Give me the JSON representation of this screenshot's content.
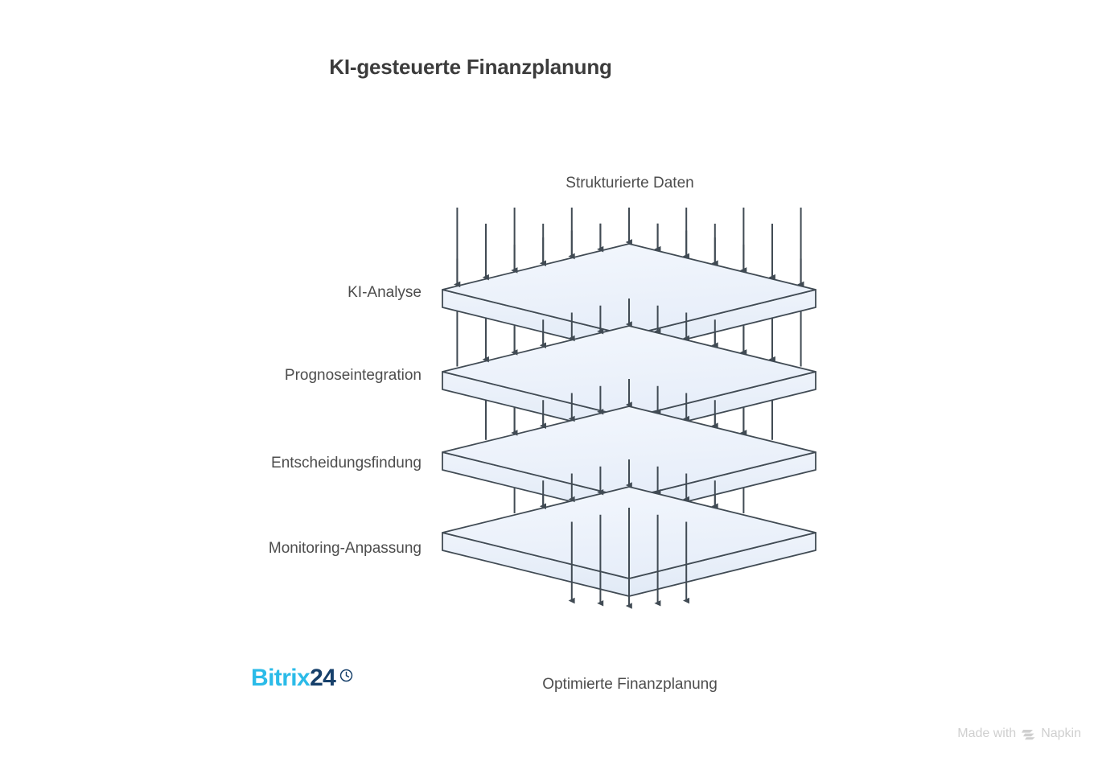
{
  "page": {
    "title": "KI-gesteuerte Finanzplanung",
    "background_color": "#ffffff"
  },
  "diagram": {
    "type": "layered-stack-flow",
    "input_label": "Strukturierte Daten",
    "output_label": "Optimierte Finanzplanung",
    "layers": [
      {
        "label": "KI-Analyse",
        "arrow_count": 13
      },
      {
        "label": "Prognoseintegration",
        "arrow_count": 11
      },
      {
        "label": "Entscheidungsfindung",
        "arrow_count": 9
      },
      {
        "label": "Monitoring-Anpassung",
        "arrow_count": 7
      }
    ],
    "output_arrow_count": 5,
    "colors": {
      "slab_fill": "#eef3fb",
      "slab_side_fill": "#e4ecf7",
      "stroke": "#414b54",
      "text": "#4d4d4d",
      "title_text": "#3c3c3c"
    }
  },
  "branding": {
    "logo_text_primary": "Bitrix",
    "logo_text_secondary": "24",
    "logo_icon": "clock-icon",
    "primary_color": "#2bbbe8",
    "secondary_color": "#17406b"
  },
  "footer": {
    "made_with_text": "Made with",
    "product_name": "Napkin",
    "color": "#cfcfcf"
  }
}
